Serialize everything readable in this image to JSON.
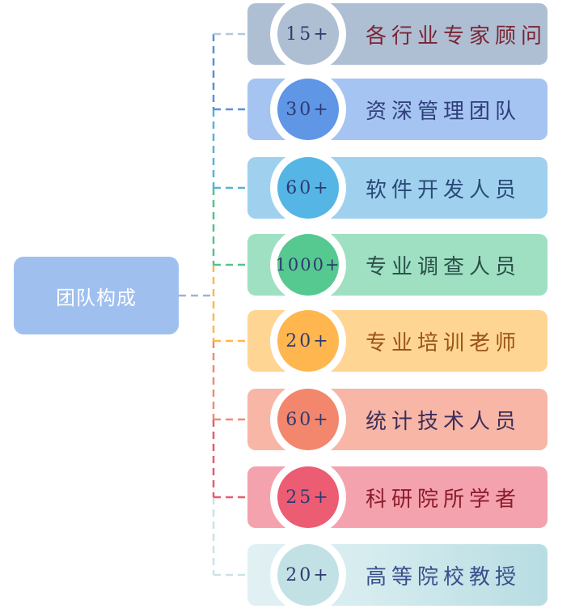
{
  "root": {
    "label": "团队构成"
  },
  "items": [
    {
      "count": "15+",
      "label": "各行业专家顾问",
      "bar_color": "#afbfd3",
      "circle_color": "#afbfd3",
      "text_color": "#7a2433",
      "line_color": "#b4c8dc"
    },
    {
      "count": "30+",
      "label": "资深管理团队",
      "bar_color": "#a6c4f1",
      "circle_color": "#5f96e6",
      "text_color": "#2f3f7c",
      "line_color": "#5b8fd9"
    },
    {
      "count": "60+",
      "label": "软件开发人员",
      "bar_color": "#9fd1ee",
      "circle_color": "#55b5e4",
      "text_color": "#2a4a78",
      "line_color": "#58b2d8"
    },
    {
      "count": "1000+",
      "label": "专业调查人员",
      "bar_color": "#9fe0c2",
      "circle_color": "#56c990",
      "text_color": "#2b4f4a",
      "line_color": "#55c38d"
    },
    {
      "count": "20+",
      "label": "专业培训老师",
      "bar_color": "#ffd594",
      "circle_color": "#ffb64f",
      "text_color": "#9a5417",
      "line_color": "#ffb84e"
    },
    {
      "count": "60+",
      "label": "统计技术人员",
      "bar_color": "#f8b6a6",
      "circle_color": "#f2876d",
      "text_color": "#3c2f5a",
      "line_color": "#ef8c72"
    },
    {
      "count": "25+",
      "label": "科研院所学者",
      "bar_color": "#f4a2ad",
      "circle_color": "#ec5c73",
      "text_color": "#8b1b2c",
      "line_color": "#e25d70"
    },
    {
      "count": "20+",
      "label": "高等院校教授",
      "bar_color": "#d6ecef",
      "circle_color": "#c2e1e5",
      "text_color": "#3a4f8c",
      "line_color": "#c9e3e8"
    }
  ]
}
